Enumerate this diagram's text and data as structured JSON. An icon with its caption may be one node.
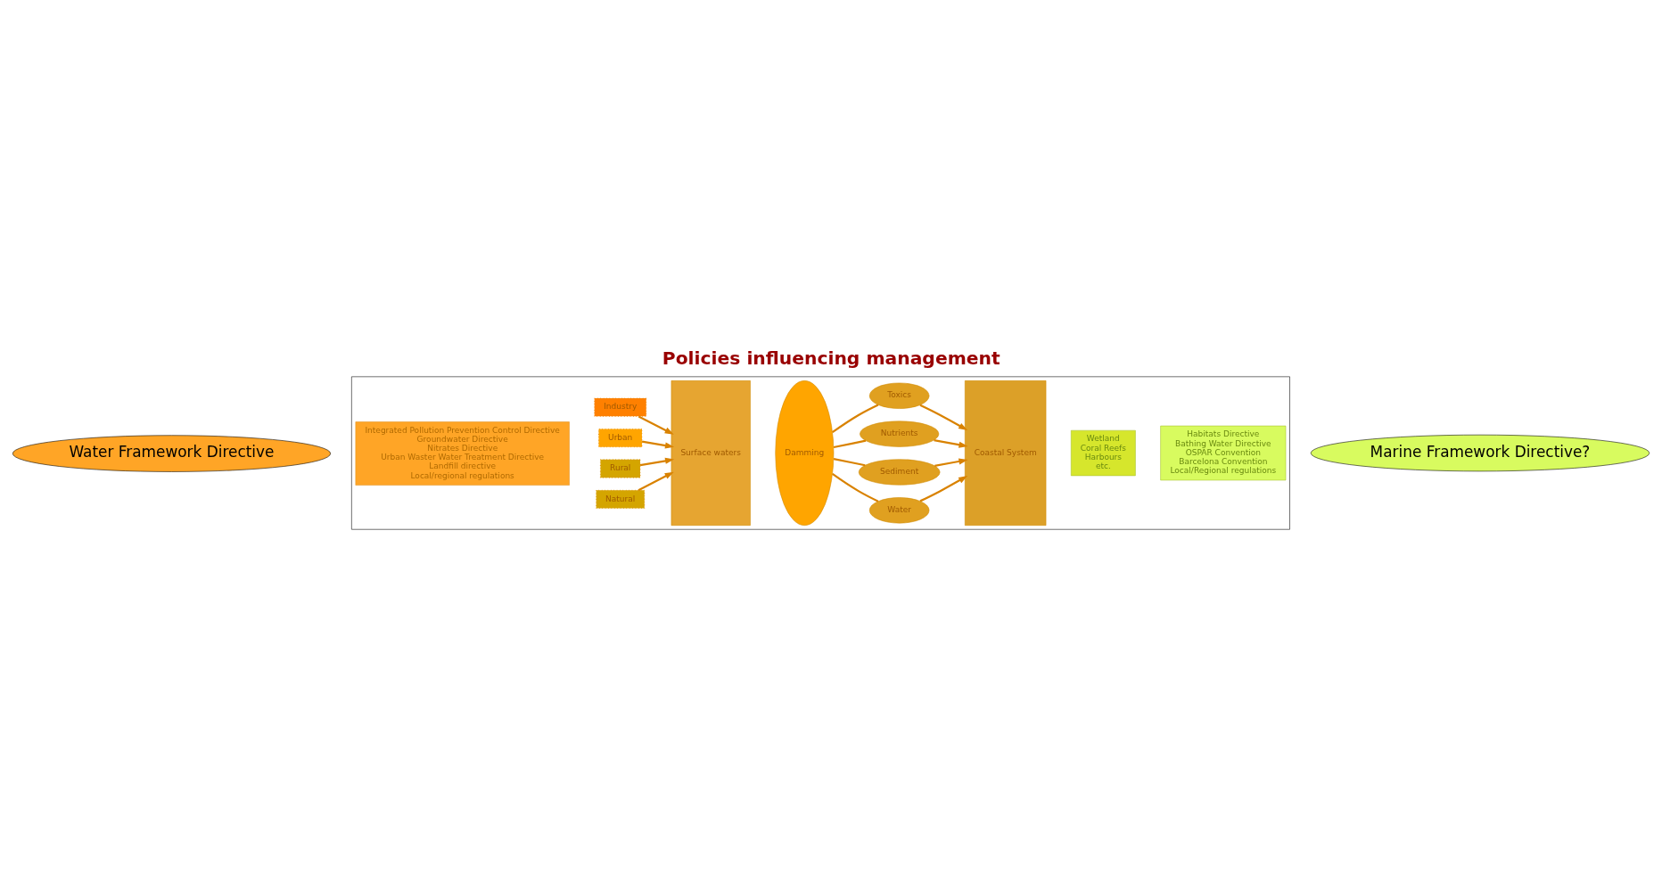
{
  "diagram": {
    "title": "Policies influencing management",
    "nodes": [
      {
        "text": [],
        "shape": "box"
      },
      {
        "text": [
          "Water Framework Directive"
        ]
      },
      {
        "text": [
          "Integrated Pollution Prevention Control Directive",
          "Groundwater Directive",
          "Nitrates Directive",
          "Urban Waster Water Treatment Directive",
          "Landfill directive",
          "Local/regional regulations"
        ],
        "in": 0
      },
      {
        "text": [
          "Natural"
        ],
        "in": 0
      },
      {
        "text": [
          "Rural"
        ],
        "in": 0
      },
      {
        "text": [
          "Urban"
        ],
        "in": 0
      },
      {
        "text": [
          "Industry"
        ],
        "in": 0
      },
      {
        "text": [
          "Surface waters"
        ],
        "in": 0
      },
      {
        "text": [
          "Damming"
        ],
        "in": 0
      },
      {
        "text": [
          "Water"
        ],
        "in": 0
      },
      {
        "text": [
          "Sediment"
        ],
        "in": 0
      },
      {
        "text": [
          "Nutrients"
        ],
        "in": 0
      },
      {
        "text": [
          "Toxics"
        ],
        "in": 0
      },
      {
        "text": [
          "Coastal System"
        ],
        "in": 0
      },
      {
        "text": [
          "Wetland",
          "Coral Reefs",
          "Harbours",
          "etc."
        ],
        "in": 0
      },
      {
        "text": [
          "Marine Framework Directive?"
        ]
      },
      {
        "text": [
          "Habitats Directive",
          "Bathing Water Directive",
          "OSPAR Convention",
          "Barcelona Convention",
          "Local/Regional regulations"
        ],
        "in": 0
      }
    ],
    "edges": [
      {
        "from": 3,
        "to": 7,
        "arrow": "to"
      },
      {
        "from": 4,
        "to": 7,
        "arrow": "to"
      },
      {
        "from": 5,
        "to": 7,
        "arrow": "to"
      },
      {
        "from": 6,
        "to": 7,
        "arrow": "to"
      },
      {
        "from": 8,
        "to": 9,
        "arrow": "none"
      },
      {
        "from": 8,
        "to": 10,
        "arrow": "none"
      },
      {
        "from": 8,
        "to": 11,
        "arrow": "none"
      },
      {
        "from": 8,
        "to": 12,
        "arrow": "none"
      },
      {
        "from": 9,
        "to": 13,
        "arrow": "to"
      },
      {
        "from": 10,
        "to": 13,
        "arrow": "to"
      },
      {
        "from": 11,
        "to": 13,
        "arrow": "to"
      },
      {
        "from": 12,
        "to": 13,
        "arrow": "to"
      }
    ]
  }
}
